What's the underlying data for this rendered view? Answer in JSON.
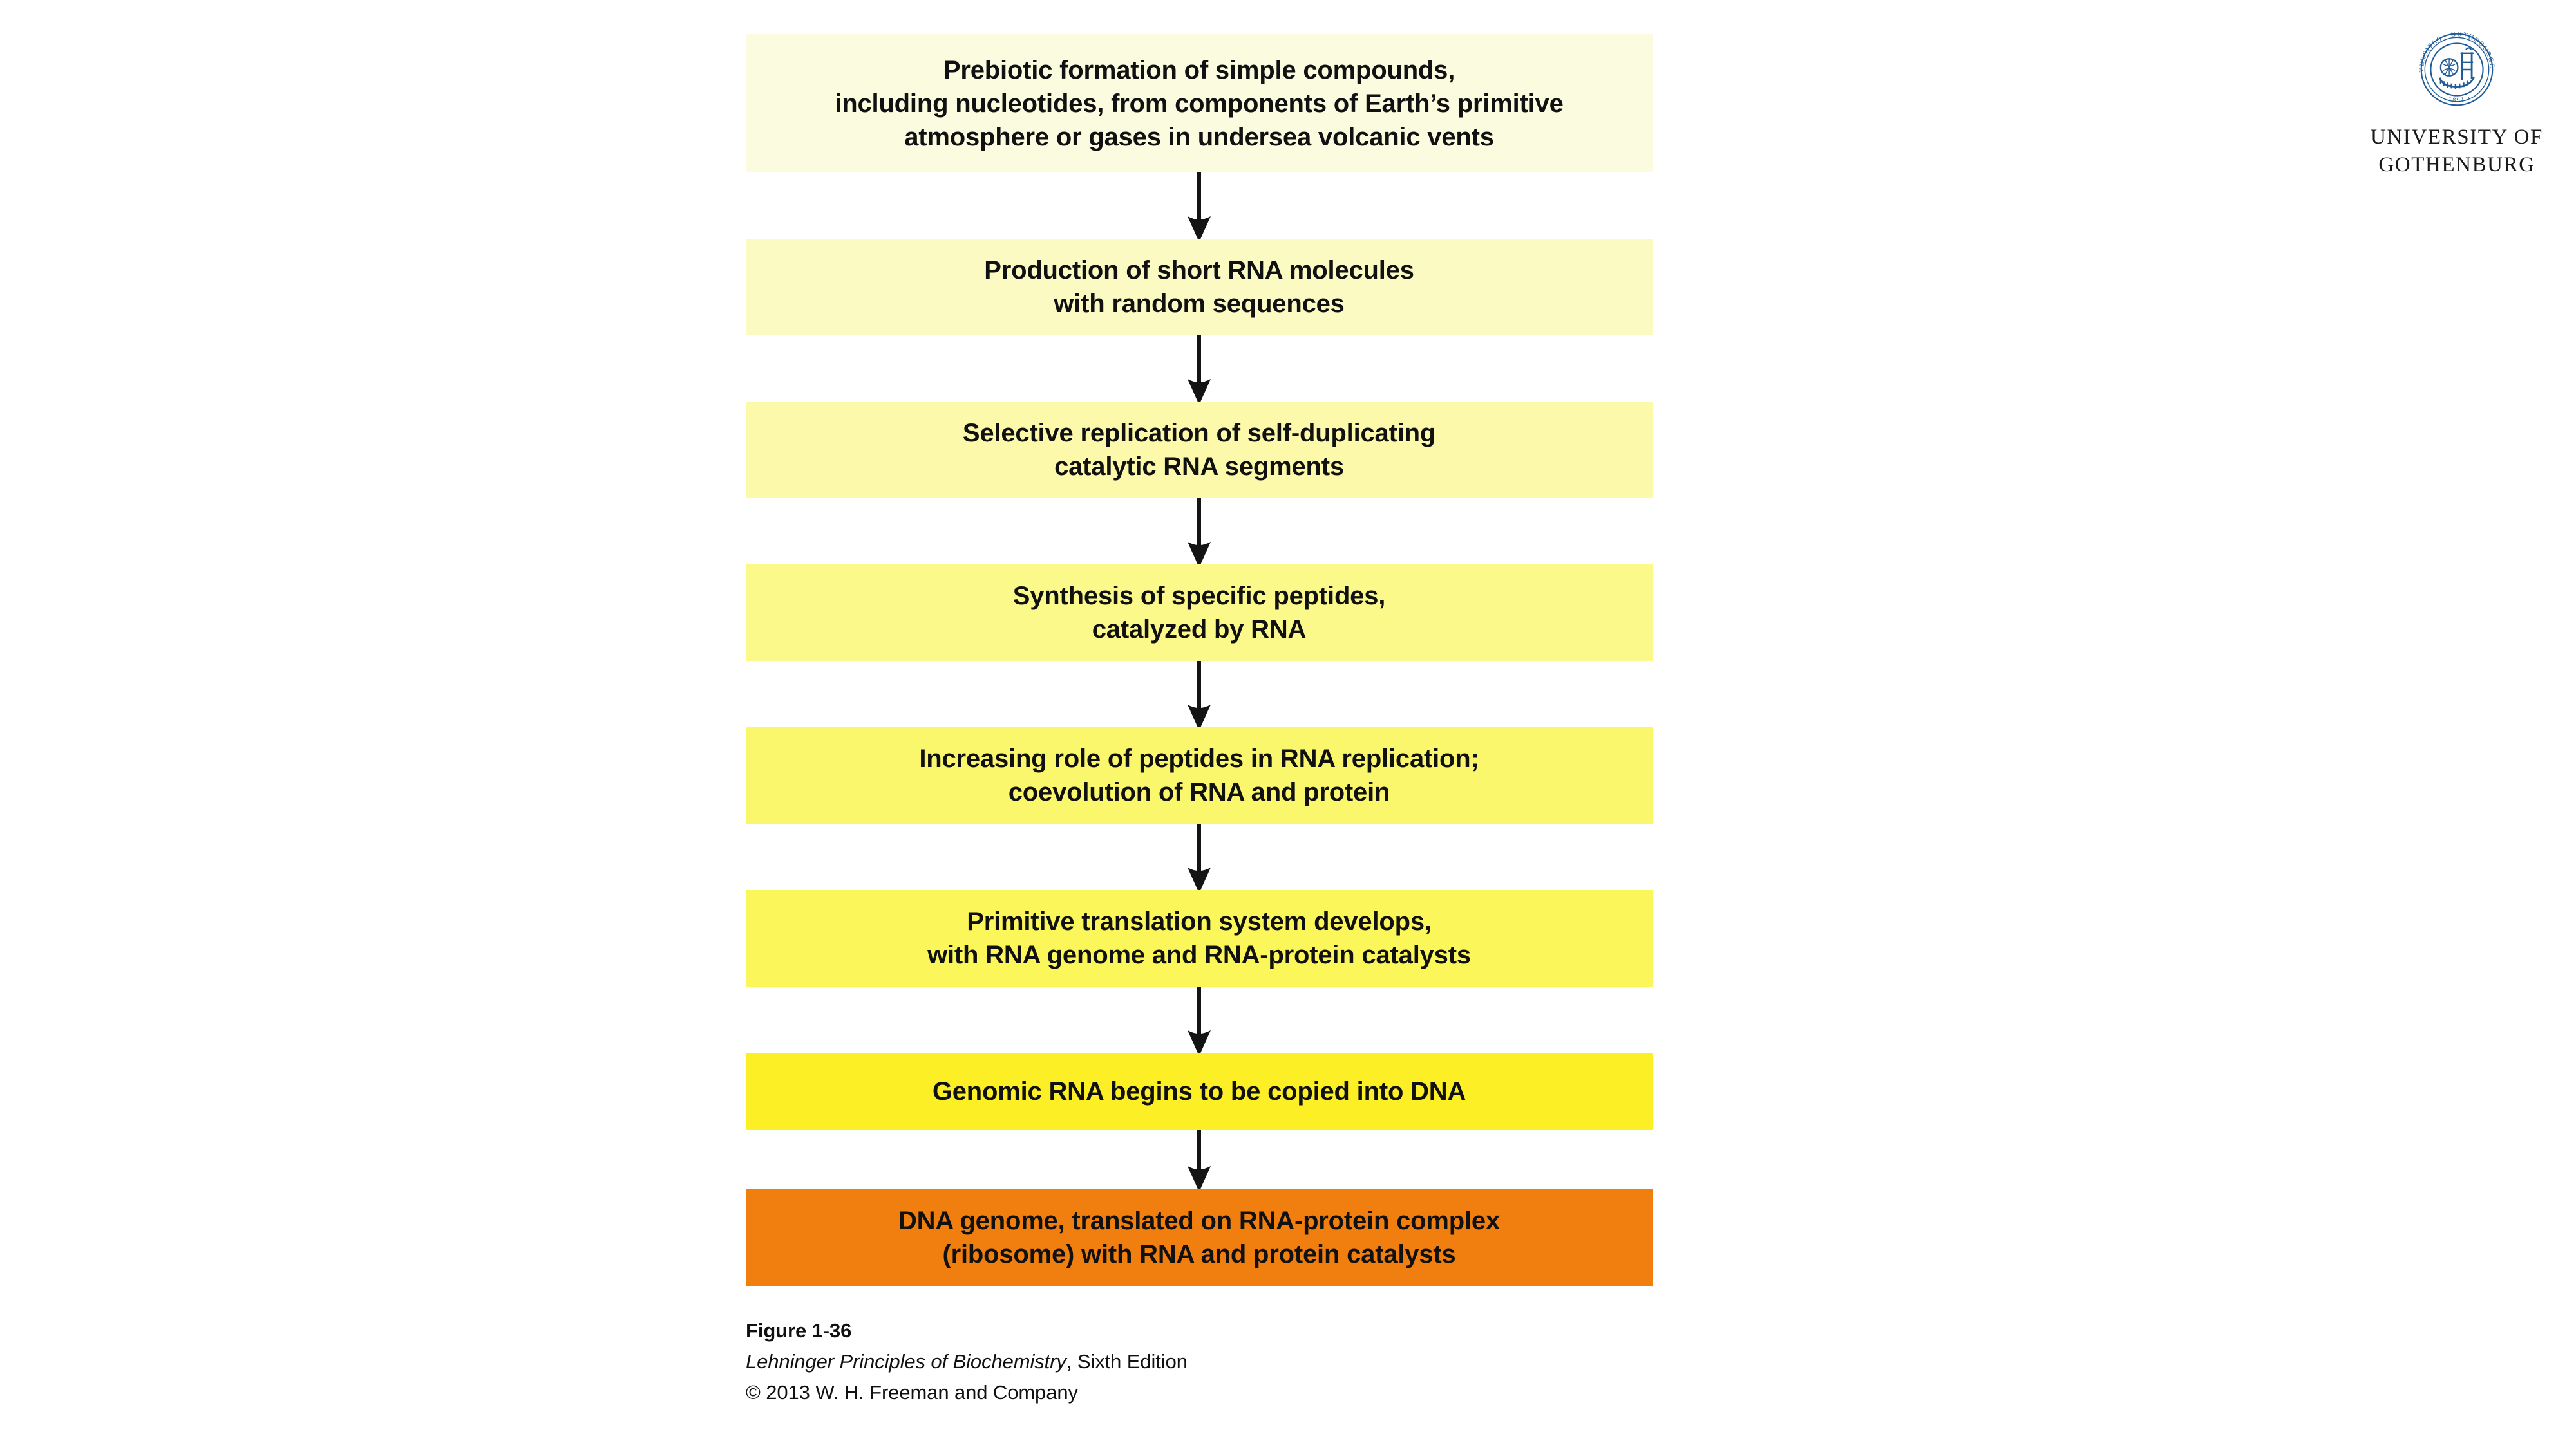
{
  "figure": {
    "boxes": [
      {
        "id": "prebiotic-formation",
        "lines": [
          "Prebiotic formation of simple compounds,",
          "including nucleotides, from components of Earth’s primitive",
          "atmosphere or gases in undersea volcanic vents"
        ],
        "color": "#FBFBE0",
        "height_class": "box-h3"
      },
      {
        "id": "short-rna-production",
        "lines": [
          "Production of short RNA molecules",
          "with random sequences"
        ],
        "color": "#FCFAC3",
        "height_class": "box-h2"
      },
      {
        "id": "selective-replication",
        "lines": [
          "Selective replication of self-duplicating",
          "catalytic RNA segments"
        ],
        "color": "#FCFAAA",
        "height_class": "box-h2"
      },
      {
        "id": "peptide-synthesis",
        "lines": [
          "Synthesis of specific peptides,",
          "catalyzed by RNA"
        ],
        "color": "#FCF98B",
        "height_class": "box-h2"
      },
      {
        "id": "rna-protein-coevolution",
        "lines": [
          "Increasing role of peptides in RNA replication;",
          "coevolution of RNA and protein"
        ],
        "color": "#FBF76D",
        "height_class": "box-h2"
      },
      {
        "id": "primitive-translation-system",
        "lines": [
          "Primitive translation system develops,",
          "with RNA genome and RNA-protein catalysts"
        ],
        "color": "#FBF75A",
        "height_class": "box-h2"
      },
      {
        "id": "genomic-rna-to-dna",
        "lines": [
          "Genomic RNA begins to be copied into DNA"
        ],
        "color": "#FCEF26",
        "height_class": "box-h1"
      },
      {
        "id": "dna-genome-ribosome",
        "lines": [
          "DNA genome, translated on RNA-protein complex",
          "(ribosome) with RNA and protein catalysts"
        ],
        "color": "#F07F10",
        "height_class": "box-h2"
      }
    ],
    "arrow_count": 7,
    "arrow_color": "#141414"
  },
  "caption": {
    "figure_number": "Figure 1-36",
    "source_title": "Lehninger Principles of Biochemistry",
    "source_edition": ", Sixth Edition",
    "copyright": "© 2013 W. H. Freeman and Company"
  },
  "logo": {
    "seal_alt": "university-seal",
    "seal_color": "#1F5C99",
    "seal_outer_text": "UNIVERSITAS · GOTHOBURGENSIS",
    "seal_year": "1891",
    "wordmark_line1": "UNIVERSITY OF",
    "wordmark_line2": "GOTHENBURG"
  }
}
